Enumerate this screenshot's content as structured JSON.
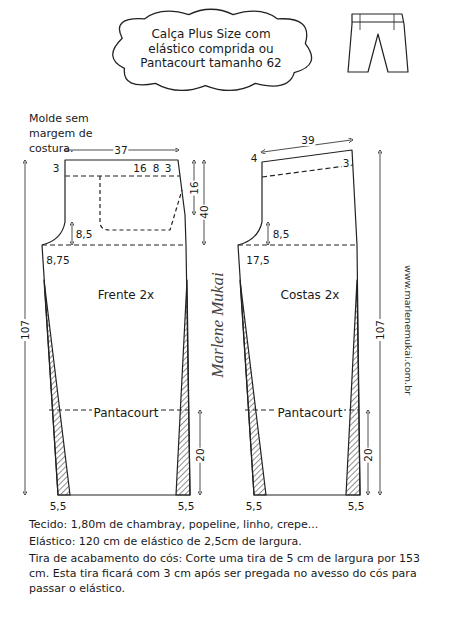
{
  "diagram": {
    "nodes": [
      {
        "text": [
          "Calça Plus Size com elástico comprida ou Pantacourt tamanho 62"
        ]
      },
      {
        "text": [
          "Frente 2x",
          "Pantacourt"
        ]
      },
      {
        "text": [
          "Costas 2x",
          "Pantacourt"
        ]
      }
    ],
    "labels": [
      "Molde sem margem de costura.",
      "37",
      "3",
      "16",
      "8",
      "3",
      "16",
      "40",
      "8,5",
      "8,75",
      "107",
      "20",
      "5,5",
      "5,5",
      "4",
      "39",
      "3",
      "8,5",
      "17,5",
      "107",
      "20",
      "5,5",
      "5,5",
      "Marlene Mukai",
      "www.marlenemukai.com.br",
      "Tecido: 1,80m de chambray, popeline, linho, crepe...",
      "Elástico: 120 cm de elástico de 2,5cm de largura.",
      "Tira de acabamento do cós: Corte uma tira de 5 cm de largura por 153 cm. Esta tira ficará com 3 cm após ser pregada no avesso do cós para passar o elástico."
    ]
  }
}
